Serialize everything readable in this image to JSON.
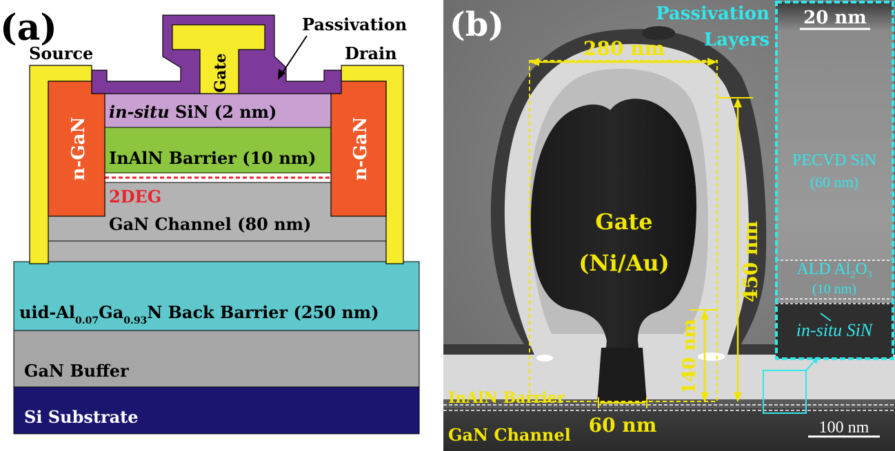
{
  "panel_a": {
    "label": "(a)",
    "source": "Source",
    "drain": "Drain",
    "gate": "Gate",
    "passivation": "Passivation",
    "ngan_left": "n-GaN",
    "ngan_right": "n-GaN",
    "insitu_italic": "in-situ",
    "insitu_rest": " SiN (2 nm)",
    "barrier": "InAlN Barrier (10 nm)",
    "twodeg": "2DEG",
    "channel": "GaN Channel (80 nm)",
    "back_barrier": {
      "p1": "uid-Al",
      "s1": "0.07",
      "p2": "Ga",
      "s2": "0.93",
      "p3": "N Back Barrier (250 nm)"
    },
    "buffer": "GaN Buffer",
    "substrate": "Si Substrate"
  },
  "panel_b": {
    "label": "(b)",
    "dim_width": "280 nm",
    "dim_height": "450 nm",
    "dim_stem": "140 nm",
    "dim_foot": "60 nm",
    "gate_line1": "Gate",
    "gate_line2": "(Ni/Au)",
    "passivation_line1": "Passivation",
    "passivation_line2": "Layers",
    "inset_scale": "20 nm",
    "pecvd_line1": "PECVD SiN",
    "pecvd_line2": "(60 nm)",
    "ald_prefix": "ALD Al",
    "ald_sub1": "2",
    "ald_mid": "O",
    "ald_sub2": "3",
    "ald_thickness": "(10 nm)",
    "insitu_sin": "in-situ SiN",
    "inaln": "InAlN Barrier",
    "gan_channel": "GaN Channel",
    "scale_bar": "100 nm"
  },
  "colors": {
    "substrate": "#1a1670",
    "buffer": "#a6a6a6",
    "back_barrier": "#5ec8cc",
    "channel": "#b3b3b3",
    "barrier": "#8cc63f",
    "insitu": "#c9a0d2",
    "ngan": "#f05a28",
    "contact": "#f7ec2b",
    "passivation": "#7e3a9a",
    "twodeg": "#e8232b",
    "annotation_yellow": "#f2e600",
    "annotation_cyan": "#33e6ea"
  }
}
